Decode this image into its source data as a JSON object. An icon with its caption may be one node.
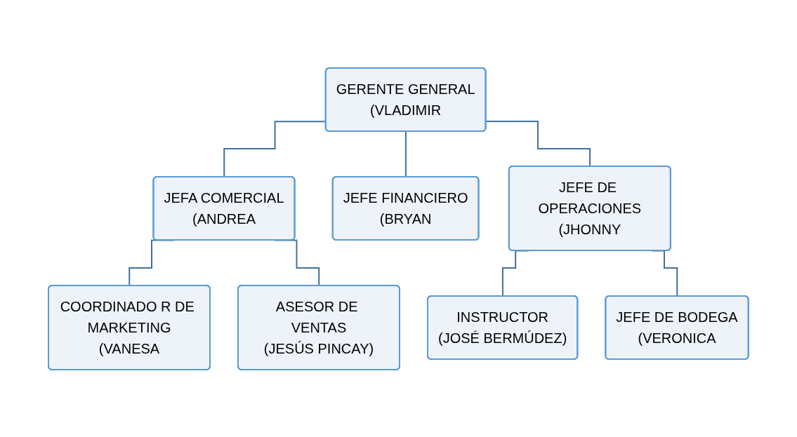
{
  "diagram": {
    "nodes": [
      {
        "text": [
          "GERENTE GENERAL",
          "(VLADIMIR"
        ]
      },
      {
        "text": [
          "JEFA COMERCIAL",
          "(ANDREA"
        ]
      },
      {
        "text": [
          "JEFE FINANCIERO",
          "(BRYAN"
        ]
      },
      {
        "text": [
          "JEFE DE OPERACIONES",
          "(JHONNY"
        ]
      },
      {
        "text": [
          "COORDINADO R DE MARKETING",
          "(VANESA"
        ]
      },
      {
        "text": [
          "ASESOR DE VENTAS",
          "(JESÚS PINCAY)"
        ]
      },
      {
        "text": [
          "INSTRUCTOR",
          "(JOSÉ BERMÚDEZ)"
        ]
      },
      {
        "text": [
          "JEFE DE BODEGA",
          "(VERONICA"
        ]
      }
    ],
    "edges": [
      {
        "from": 0,
        "to": 1,
        "arrow": "none"
      },
      {
        "from": 0,
        "to": 2,
        "arrow": "none"
      },
      {
        "from": 0,
        "to": 3,
        "arrow": "none"
      },
      {
        "from": 1,
        "to": 4,
        "arrow": "none"
      },
      {
        "from": 1,
        "to": 5,
        "arrow": "none"
      },
      {
        "from": 3,
        "to": 6,
        "arrow": "none"
      },
      {
        "from": 3,
        "to": 7,
        "arrow": "none"
      }
    ]
  }
}
